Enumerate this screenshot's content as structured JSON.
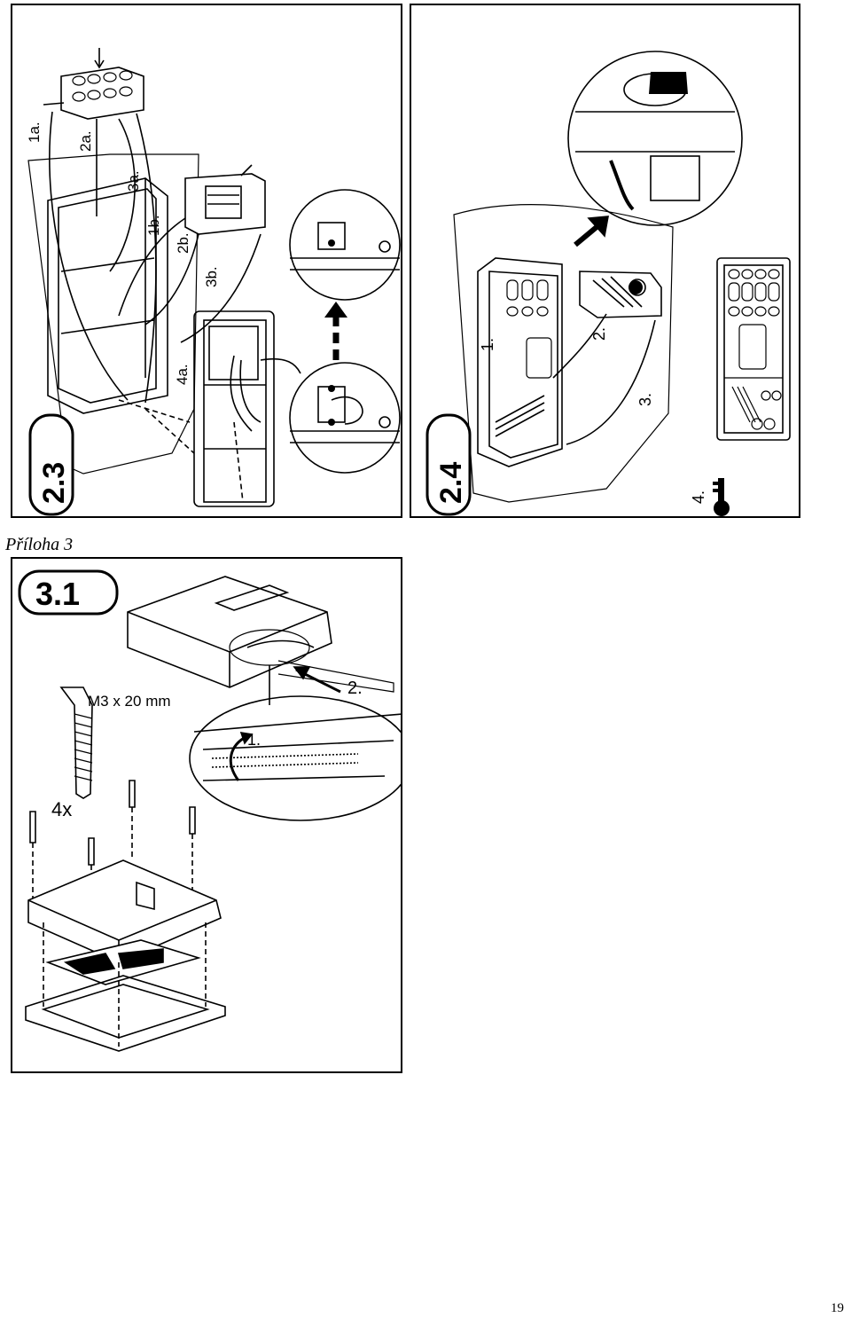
{
  "panels": {
    "p23": {
      "badge": "2.3",
      "steps": [
        "1a.",
        "2a.",
        "3a.",
        "1b.",
        "2b.",
        "3b.",
        "4a."
      ]
    },
    "p24": {
      "badge": "2.4",
      "steps": [
        "1.",
        "2.",
        "3.",
        "4."
      ]
    },
    "p31": {
      "badge": "3.1",
      "screw_spec": "M3 x 20 mm",
      "quantity": "4x",
      "steps": [
        "1.",
        "2."
      ]
    }
  },
  "appendix_title": "Příloha 3",
  "page_number": "19"
}
